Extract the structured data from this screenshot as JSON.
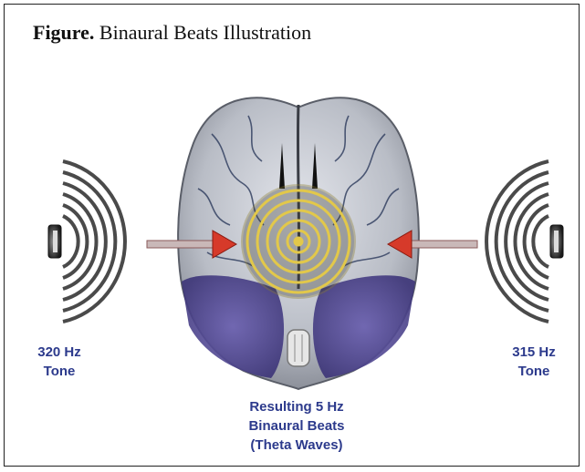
{
  "figure": {
    "label": "Figure.",
    "title": "Binaural Beats Illustration"
  },
  "labels": {
    "left_tone_line1": "320 Hz",
    "left_tone_line2": "Tone",
    "right_tone_line1": "315 Hz",
    "right_tone_line2": "Tone",
    "result_line1": "Resulting 5 Hz",
    "result_line2": "Binaural Beats",
    "result_line3": "(Theta Waves)"
  },
  "colors": {
    "label_text": "#2c3a8c",
    "arrow": "#d63a2a",
    "waves": "#4a4a4a",
    "brain": "#b9bdc6",
    "cerebellum": "#4a3f8a",
    "beat_rings": "#e2c84a"
  },
  "icons": [
    "speaker-left-icon",
    "speaker-right-icon",
    "brain-illustration",
    "arrow-right-icon",
    "arrow-left-icon"
  ]
}
